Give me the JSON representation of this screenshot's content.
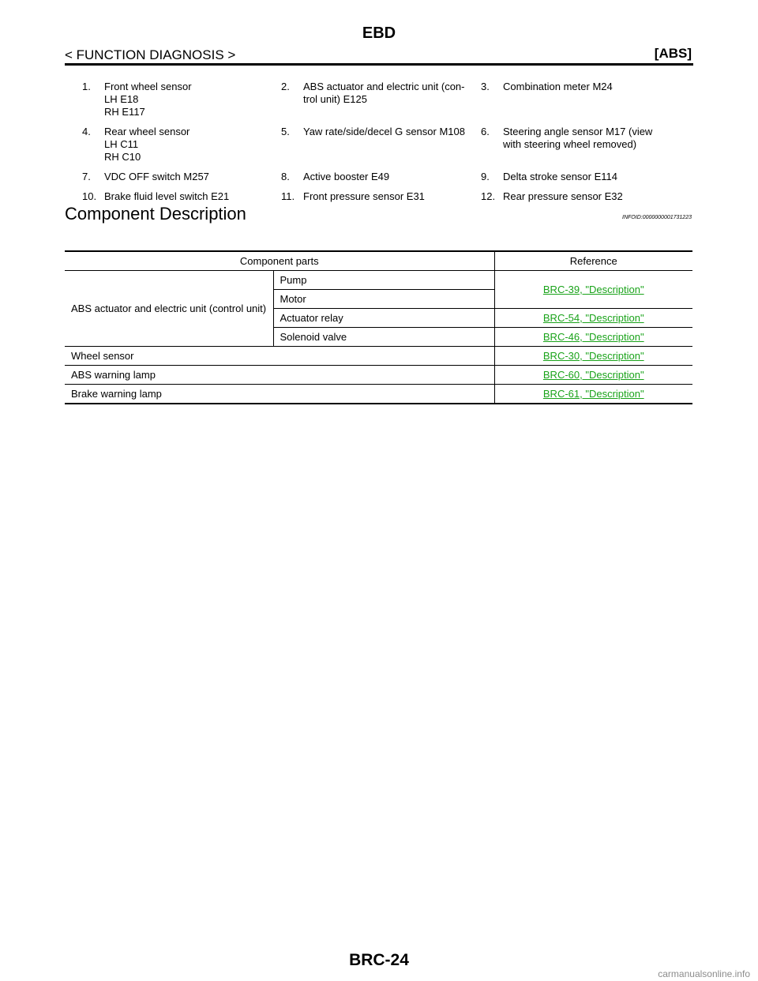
{
  "header": {
    "title": "EBD",
    "section": "< FUNCTION DIAGNOSIS >",
    "system": "[ABS]"
  },
  "legend": [
    [
      {
        "num": "1.",
        "lines": [
          "Front wheel sensor",
          "LH E18",
          "RH E117"
        ]
      },
      {
        "num": "2.",
        "lines": [
          "ABS actuator and electric unit (con-",
          "trol unit) E125"
        ]
      },
      {
        "num": "3.",
        "lines": [
          "Combination meter M24"
        ]
      }
    ],
    [
      {
        "num": "4.",
        "lines": [
          "Rear wheel sensor",
          "LH C11",
          "RH C10"
        ]
      },
      {
        "num": "5.",
        "lines": [
          "Yaw rate/side/decel G sensor M108"
        ]
      },
      {
        "num": "6.",
        "lines": [
          "Steering angle sensor M17 (view",
          "with steering wheel removed)"
        ]
      }
    ],
    [
      {
        "num": "7.",
        "lines": [
          "VDC OFF switch M257"
        ]
      },
      {
        "num": "8.",
        "lines": [
          "Active booster E49"
        ]
      },
      {
        "num": "9.",
        "lines": [
          "Delta stroke sensor E114"
        ]
      }
    ],
    [
      {
        "num": "10.",
        "lines": [
          "Brake fluid level switch E21"
        ]
      },
      {
        "num": "11.",
        "lines": [
          "Front pressure sensor E31"
        ]
      },
      {
        "num": "12.",
        "lines": [
          "Rear pressure sensor E32"
        ]
      }
    ]
  ],
  "section": {
    "title": "Component Description",
    "infoid": "INFOID:0000000001731223"
  },
  "table": {
    "headers": [
      "Component parts",
      "Reference"
    ],
    "abs_unit": "ABS actuator and electric unit (control unit)",
    "abs_parts": [
      {
        "part": "Pump"
      },
      {
        "part": "Motor"
      },
      {
        "part": "Actuator relay",
        "ref": "BRC-54, \"Description\""
      },
      {
        "part": "Solenoid valve",
        "ref": "BRC-46, \"Description\""
      }
    ],
    "pump_motor_ref": "BRC-39, \"Description\"",
    "others": [
      {
        "part": "Wheel sensor",
        "ref": "BRC-30, \"Description\""
      },
      {
        "part": "ABS warning lamp",
        "ref": "BRC-60, \"Description\""
      },
      {
        "part": "Brake warning lamp",
        "ref": "BRC-61, \"Description\""
      }
    ]
  },
  "footer": {
    "page": "BRC-24",
    "watermark": "carmanualsonline.info"
  }
}
